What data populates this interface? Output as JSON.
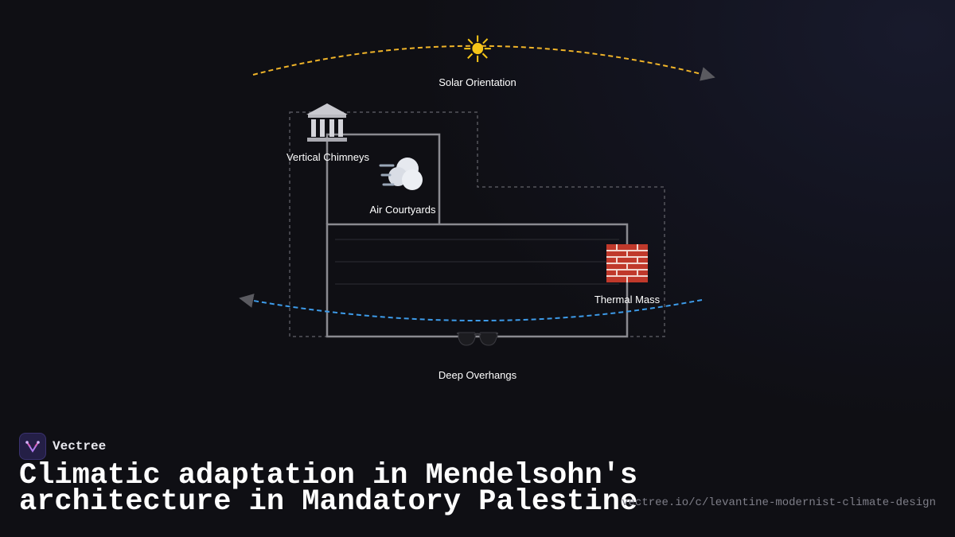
{
  "diagram": {
    "labels": {
      "solar": "Solar Orientation",
      "chimneys": "Vertical Chimneys",
      "courtyards": "Air Courtyards",
      "thermal": "Thermal Mass",
      "overhangs": "Deep Overhangs"
    },
    "icons": {
      "solar": "sun-icon",
      "chimneys": "classical-building-icon",
      "courtyards": "wind-puff-icon",
      "thermal": "brick-icon",
      "overhangs": "sunglasses-icon"
    },
    "colors": {
      "sun_path": "#f0b429",
      "air_path": "#3d9be9",
      "wall": "#8a8a90",
      "dashed_outline": "#55555c"
    }
  },
  "brand": {
    "name": "Vectree"
  },
  "title": "Climatic adaptation in Mendelsohn's architecture in Mandatory Palestine",
  "url": "vectree.io/c/levantine-modernist-climate-design"
}
